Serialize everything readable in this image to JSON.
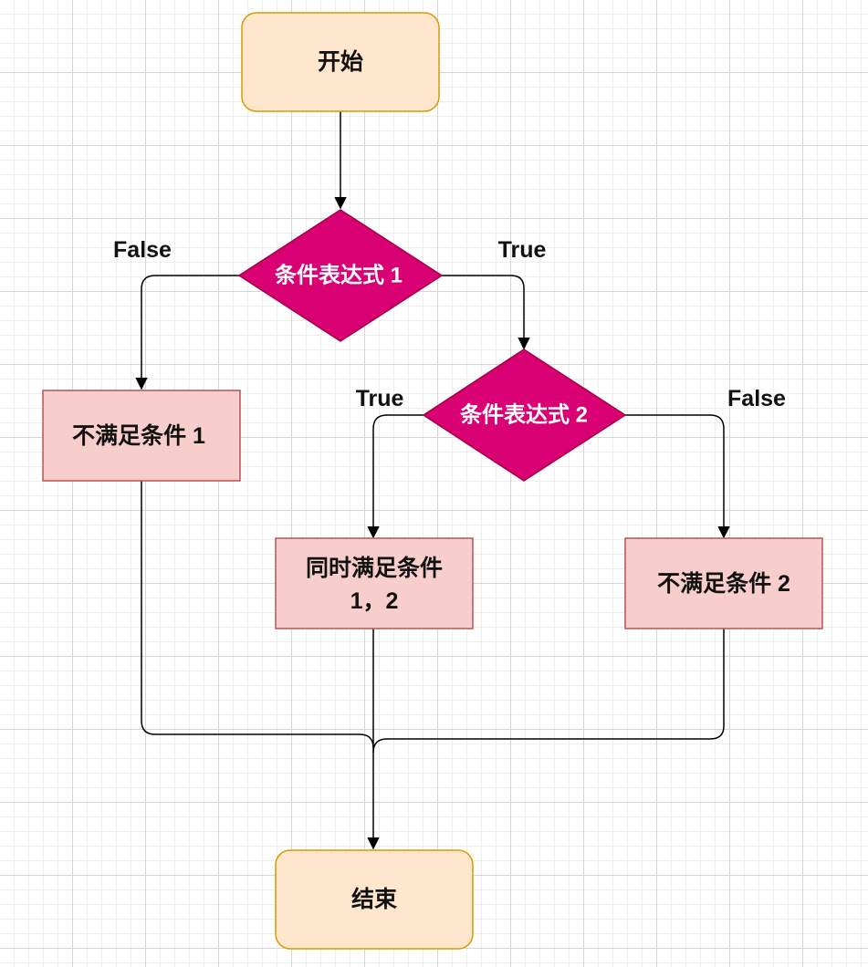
{
  "nodes": {
    "start": {
      "label": "开始"
    },
    "cond1": {
      "label": "条件表达式 1"
    },
    "cond2": {
      "label": "条件表达式 2"
    },
    "not_cond1": {
      "label": "不满足条件 1"
    },
    "both_cond": {
      "line1": "同时满足条件",
      "line2": "1，2"
    },
    "not_cond2": {
      "label": "不满足条件 2"
    },
    "end": {
      "label": "结束"
    }
  },
  "edge_labels": {
    "cond1_false": "False",
    "cond1_true": "True",
    "cond2_true": "True",
    "cond2_false": "False"
  },
  "colors": {
    "terminal_fill": "#ffe6cc",
    "terminal_stroke": "#d79b00",
    "decision_fill": "#d80073",
    "decision_stroke": "#a50040",
    "process_fill": "#f8cecc",
    "process_stroke": "#b85450"
  }
}
